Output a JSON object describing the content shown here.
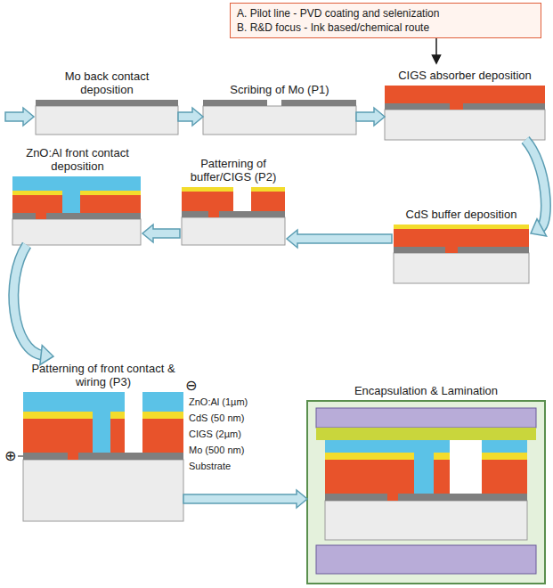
{
  "diagram": {
    "nodes": [
      {
        "text": [
          "A. Pilot line - PVD coating and selenization",
          "B. R&D focus - Ink based/chemical route"
        ]
      },
      {
        "text": [
          "Mo back contact deposition"
        ]
      },
      {
        "text": [
          "Scribing of Mo (P1)"
        ]
      },
      {
        "text": [
          "CIGS absorber deposition"
        ]
      },
      {
        "text": [
          "CdS buffer deposition"
        ]
      },
      {
        "text": [
          "Patterning of buffer/CIGS (P2)"
        ]
      },
      {
        "text": [
          "ZnO:Al front contact deposition"
        ]
      },
      {
        "text": [
          "Patterning of front contact & wiring (P3)"
        ]
      },
      {
        "text": [
          "Encapsulation & Lamination"
        ]
      }
    ],
    "edges": [
      {
        "from": 0,
        "to": 3,
        "arrow": "to"
      },
      {
        "from": 1,
        "to": 2,
        "arrow": "to"
      },
      {
        "from": 2,
        "to": 3,
        "arrow": "to"
      },
      {
        "from": 3,
        "to": 4,
        "arrow": "to"
      },
      {
        "from": 4,
        "to": 5,
        "arrow": "to"
      },
      {
        "from": 5,
        "to": 6,
        "arrow": "to"
      },
      {
        "from": 6,
        "to": 7,
        "arrow": "to"
      },
      {
        "from": 7,
        "to": 8,
        "arrow": "to"
      }
    ],
    "labels": [
      "⊖",
      "ZnO:Al (1µm)",
      "CdS (50 nm)",
      "CIGS (2µm)",
      "Mo (500 nm)",
      "Substrate",
      "⊕"
    ]
  }
}
